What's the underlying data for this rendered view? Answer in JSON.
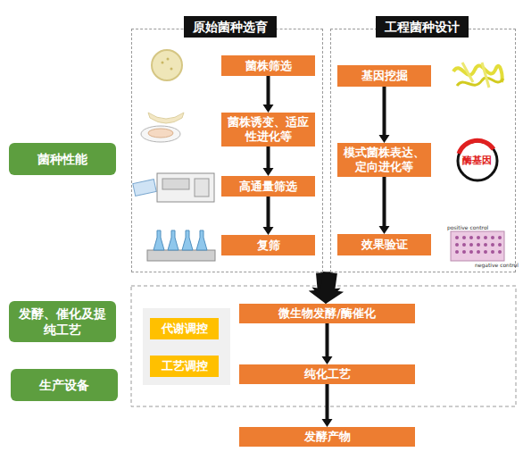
{
  "diagram": {
    "nodes": [
      {
        "text": [
          "菌种性能"
        ]
      },
      {
        "text": [
          "原始菌种选育"
        ]
      },
      {
        "text": [
          "菌株筛选"
        ],
        "in": 1
      },
      {
        "text": [
          "菌株诱变、适应性进化等"
        ],
        "in": 1
      },
      {
        "text": [
          "高通量筛选"
        ],
        "in": 1
      },
      {
        "text": [
          "复筛"
        ],
        "in": 1
      },
      {
        "text": [
          "工程菌种设计"
        ]
      },
      {
        "text": [
          "基因挖掘"
        ],
        "in": 6
      },
      {
        "text": [
          "模式菌株表达、定向进化等"
        ],
        "in": 6
      },
      {
        "text": [
          "效果验证"
        ],
        "in": 6
      },
      {
        "text": [
          "发酵、催化及提纯工艺"
        ]
      },
      {
        "text": [
          "代谢调控"
        ]
      },
      {
        "text": [
          "微生物发酵/酶催化"
        ]
      },
      {
        "text": [
          "工艺调控"
        ]
      },
      {
        "text": [
          "生产设备"
        ]
      },
      {
        "text": [
          "纯化工艺"
        ]
      },
      {
        "text": [
          "发酵产物"
        ]
      }
    ],
    "edges": [
      {
        "from": 2,
        "to": 3,
        "arrow": "to"
      },
      {
        "from": 3,
        "to": 4,
        "arrow": "to"
      },
      {
        "from": 4,
        "to": 5,
        "arrow": "to"
      },
      {
        "from": 7,
        "to": 8,
        "arrow": "to"
      },
      {
        "from": 8,
        "to": 9,
        "arrow": "to"
      },
      {
        "from": 1,
        "to": 12,
        "arrow": "to"
      },
      {
        "from": 6,
        "to": 12,
        "arrow": "to"
      },
      {
        "from": 12,
        "to": 15,
        "arrow": "to"
      },
      {
        "from": 15,
        "to": 16,
        "arrow": "to"
      }
    ],
    "labels": [
      "酶基因",
      "positive control",
      "negative control"
    ]
  }
}
